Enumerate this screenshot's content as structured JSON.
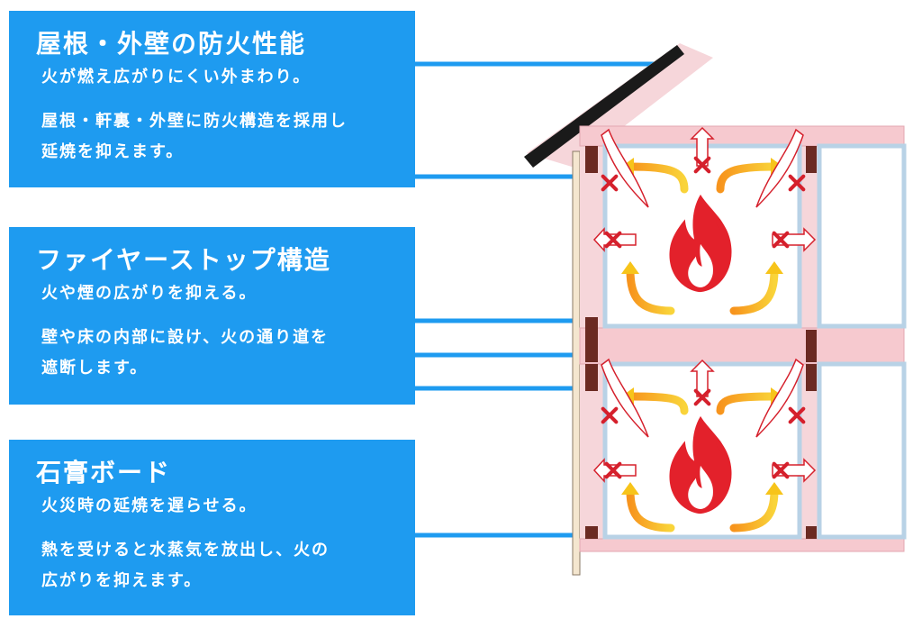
{
  "sections": [
    {
      "title": "屋根・外壁の防火性能",
      "subtitle": "火が燃え広がりにくい外まわり。",
      "desc_lines": [
        "屋根・軒裏・外壁に防火構造を採用し",
        "延焼を抑えます。"
      ]
    },
    {
      "title": "ファイヤーストップ構造",
      "subtitle": "火や煙の広がりを抑える。",
      "desc_lines": [
        "壁や床の内部に設け、火の通り道を",
        "遮断します。"
      ]
    },
    {
      "title": "石膏ボード",
      "subtitle": "火災時の延焼を遅らせる。",
      "desc_lines": [
        "熱を受けると水蒸気を放出し、火の",
        "広がりを抑えます。"
      ]
    }
  ],
  "colors": {
    "panel_blue": "#1e9bf0",
    "wall_pink": "#f6d6da",
    "board_blue": "#b8d2e6",
    "flame_red": "#e3212b",
    "arrow_yellow": "#f7c41a",
    "cross_red": "#d5202c"
  },
  "icons": [
    "flame-icon",
    "blocked-arrow-icon",
    "cross-icon"
  ]
}
